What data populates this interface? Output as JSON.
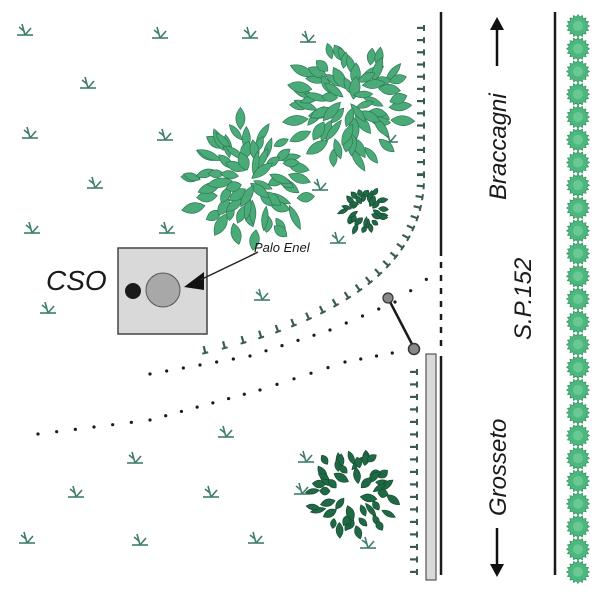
{
  "labels": {
    "cso": "CSO",
    "palo_enel": "Palo Enel",
    "braccagni": "Braccagni",
    "road": "S.P.152",
    "grosseto": "Grosseto"
  },
  "colors": {
    "grass": "#3e7e6a",
    "tree_light": "#4aaa78",
    "tree_light_stroke": "#2f7a55",
    "tree_dark": "#1f6a45",
    "hedge": "#4cb87d",
    "spike": "#3a5a55",
    "road_line": "#1a1a1a",
    "cso_fill": "#d9d9d9",
    "pole_fill": "#a8a8a8"
  },
  "symbols": {
    "grass_tuft": "grass-icon",
    "tree": "tree-icon",
    "hedge": "hedge-shrub-icon",
    "arrow_up": "arrow-up-icon",
    "arrow_down": "arrow-down-icon",
    "power_pole": "power-pole-icon"
  }
}
